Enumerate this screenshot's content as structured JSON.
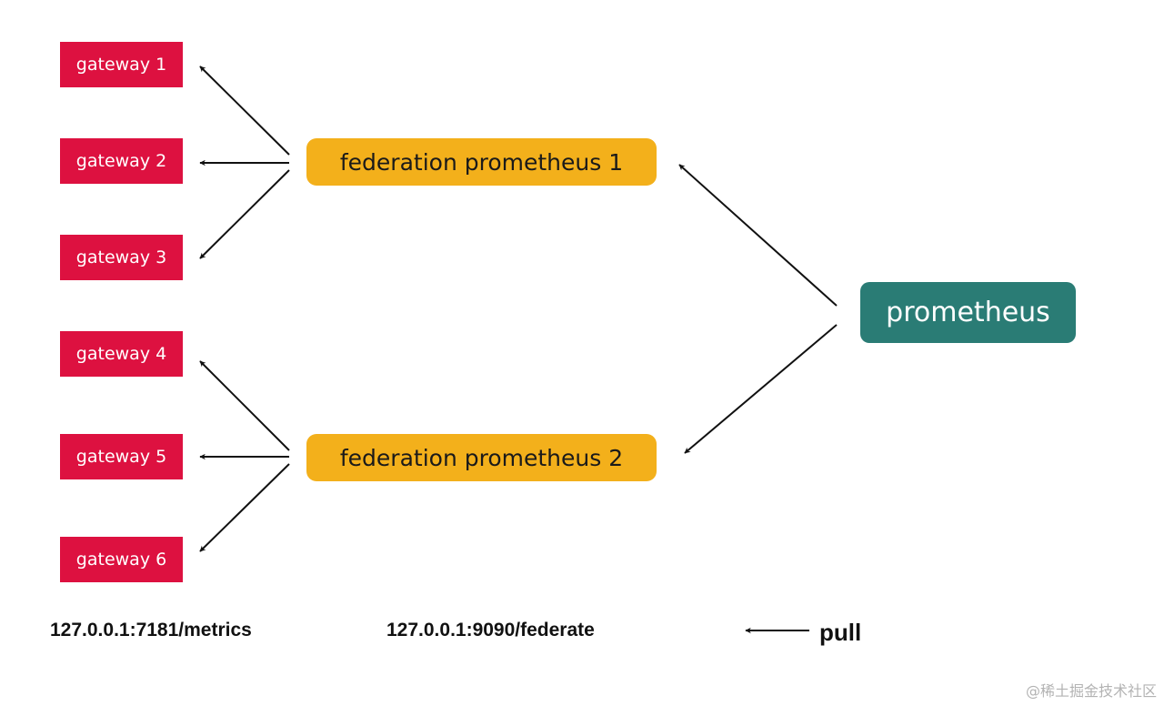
{
  "colors": {
    "gateway": "#dd1140",
    "federation": "#f3b01b",
    "prometheus": "#2a7c75",
    "arrow": "#111111"
  },
  "gateways": [
    {
      "label": "gateway 1"
    },
    {
      "label": "gateway 2"
    },
    {
      "label": "gateway 3"
    },
    {
      "label": "gateway 4"
    },
    {
      "label": "gateway 5"
    },
    {
      "label": "gateway 6"
    }
  ],
  "federations": [
    {
      "label": "federation prometheus 1"
    },
    {
      "label": "federation prometheus 2"
    }
  ],
  "prometheus": {
    "label": "prometheus"
  },
  "endpoints": {
    "gateway": "127.0.0.1:7181/metrics",
    "federation": "127.0.0.1:9090/federate"
  },
  "legend": {
    "pull_label": "pull"
  },
  "watermark": "@稀土掘金技术社区",
  "edges": [
    {
      "from": "federation prometheus 1",
      "to": "gateway 1"
    },
    {
      "from": "federation prometheus 1",
      "to": "gateway 2"
    },
    {
      "from": "federation prometheus 1",
      "to": "gateway 3"
    },
    {
      "from": "federation prometheus 2",
      "to": "gateway 4"
    },
    {
      "from": "federation prometheus 2",
      "to": "gateway 5"
    },
    {
      "from": "federation prometheus 2",
      "to": "gateway 6"
    },
    {
      "from": "prometheus",
      "to": "federation prometheus 1"
    },
    {
      "from": "prometheus",
      "to": "federation prometheus 2"
    }
  ]
}
